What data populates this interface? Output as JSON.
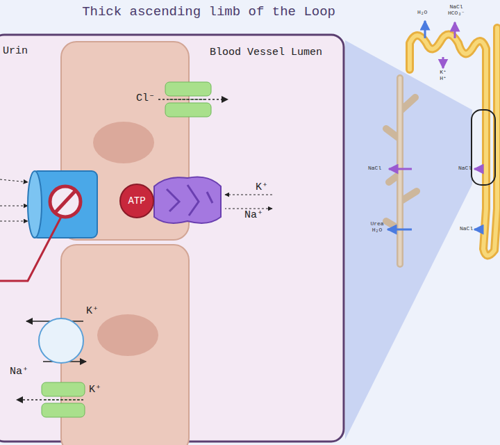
{
  "diagram": {
    "nodes": [
      {
        "text": [
          "Thick ascending limb of the Loop"
        ]
      },
      {
        "text": [
          "ATP"
        ],
        "in": 0
      }
    ],
    "labels": [
      "Urin",
      "Blood Vessel Lumen",
      "Cl⁻",
      "K⁺",
      "Na⁺",
      "K⁺",
      "Na⁺",
      "K⁺",
      "H₂O",
      "NaCl HCO₃⁻",
      "K⁺ H⁺",
      "NaCl",
      "NaCl",
      "Urea H₂O",
      "NaCl"
    ]
  }
}
